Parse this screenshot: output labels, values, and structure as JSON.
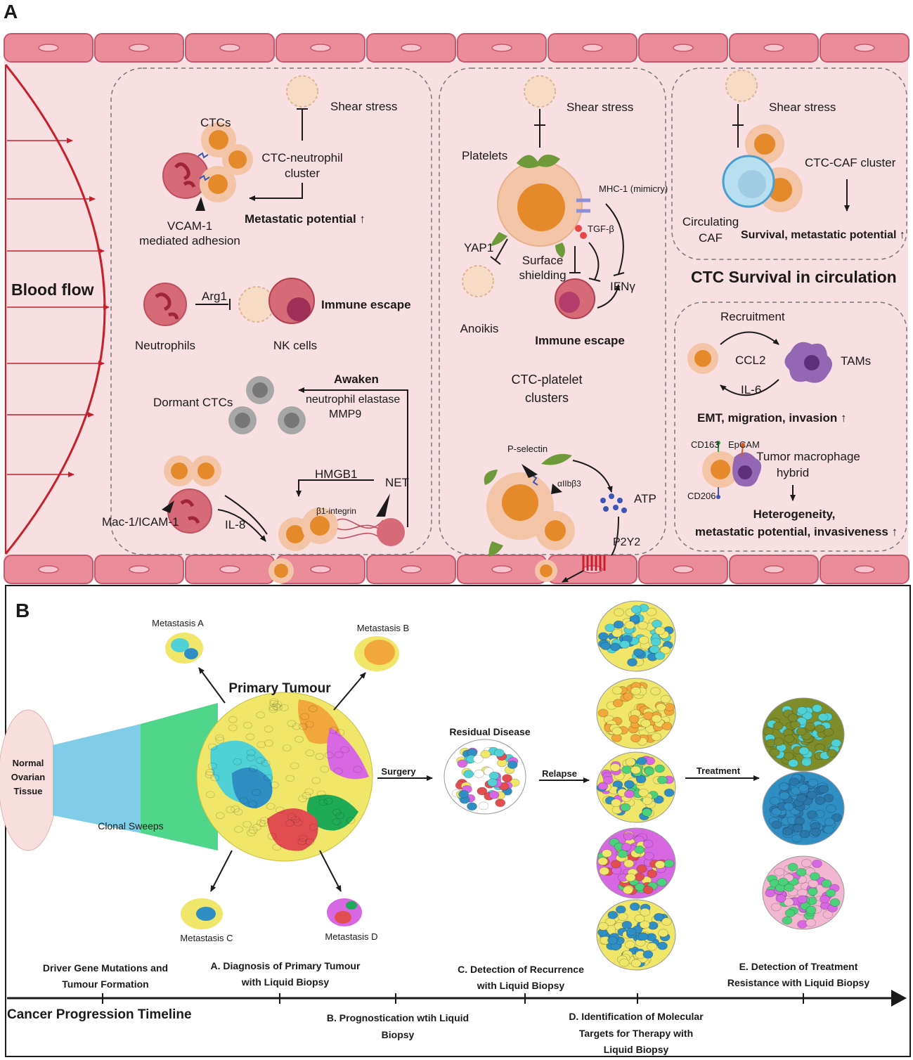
{
  "panel_a": {
    "letter": "A",
    "blood_flow": "Blood flow",
    "box1": {
      "shear_stress": "Shear stress",
      "ctcs": "CTCs",
      "ctc_neutrophil_1": "CTC-neutrophil",
      "ctc_neutrophil_2": "cluster",
      "vcam_1": "VCAM-1",
      "vcam_2": "mediated adhesion",
      "metastatic_potential": "Metastatic potential ↑",
      "neutrophils": "Neutrophils",
      "arg1": "Arg1",
      "nk_cells": "NK cells",
      "immune_escape": "Immune escape",
      "awaken": "Awaken",
      "elastase": "neutrophil elastase",
      "mmp9": "MMP9",
      "dormant_ctcs": "Dormant CTCs",
      "hmgb1": "HMGB1",
      "net": "NET",
      "b1_integrin": "β1-integrin",
      "mac1": "Mac-1/ICAM-1",
      "il8": "IL-8"
    },
    "box2": {
      "shear_stress": "Shear stress",
      "platelets": "Platelets",
      "mhc1": "MHC-1 (mimicry)",
      "tgfb": "TGF-β",
      "yap1": "YAP1",
      "surface_1": "Surface",
      "surface_2": "shielding",
      "ifny": "IFNγ",
      "anoikis": "Anoikis",
      "immune_escape": "Immune escape",
      "cluster_1": "CTC-platelet",
      "cluster_2": "clusters",
      "p_selectin": "P-selectin",
      "aiib3": "αIIbβ3",
      "atp": "ATP",
      "p2y2": "P2Y2"
    },
    "box3": {
      "shear_stress": "Shear stress",
      "ctc_caf": "CTC-CAF cluster",
      "circulating": "Circulating",
      "caf": "CAF",
      "survival": "Survival, metastatic potential ↑"
    },
    "ctc_survival": "CTC Survival in circulation",
    "box4": {
      "recruitment": "Recruitment",
      "ccl2": "CCL2",
      "tams": "TAMs",
      "il6": "IL-6",
      "emt": "EMT, migration, invasion ↑",
      "cd163": "CD163",
      "epcam": "EpCAM",
      "cd206": "CD206",
      "hybrid_1": "Tumor macrophage",
      "hybrid_2": "hybrid",
      "heterogeneity_1": "Heterogeneity,",
      "heterogeneity_2": "metastatic potential, invasiveness ↑"
    }
  },
  "panel_b": {
    "letter": "B",
    "normal_1": "Normal",
    "normal_2": "Ovarian",
    "normal_3": "Tissue",
    "clonal_sweeps": "Clonal Sweeps",
    "primary_tumour": "Primary Tumour",
    "metastasis_a": "Metastasis A",
    "metastasis_b": "Metastasis B",
    "metastasis_c": "Metastasis C",
    "metastasis_d": "Metastasis D",
    "surgery": "Surgery",
    "residual_disease": "Residual Disease",
    "relapse": "Relapse",
    "treatment": "Treatment",
    "timeline_title": "Cancer Progression Timeline",
    "stage_driver_1": "Driver Gene Mutations and",
    "stage_driver_2": "Tumour Formation",
    "stage_a_1": "A. Diagnosis of Primary Tumour",
    "stage_a_2": "with Liquid Biopsy",
    "stage_b_1": "B. Prognostication wtih Liquid",
    "stage_b_2": "Biopsy",
    "stage_c_1": "C. Detection of Recurrence",
    "stage_c_2": "with Liquid Biopsy",
    "stage_d_1": "D. Identification of Molecular",
    "stage_d_2": "Targets for Therapy with",
    "stage_d_3": "Liquid Biopsy",
    "stage_e_1": "E. Detection of Treatment",
    "stage_e_2": "Resistance with Liquid Biopsy"
  },
  "colors": {
    "vessel_bg": "#f7dfe2",
    "endothelial": "#eb8c9a",
    "ctc": "#e58a2a",
    "platelet": "#6f9a3a",
    "neutrophil": "#d6606e",
    "tam": "#9467b5",
    "yellow_clone": "#efe66a",
    "blue_clone": "#2f8fc4",
    "cyan_clone": "#4fd1d6",
    "green_clone": "#4bd17a",
    "red_clone": "#e24e50",
    "magenta_clone": "#d867e4",
    "orange_clone": "#f1a73a",
    "olive_clone": "#7e8d2a",
    "pink_clone": "#f3b6d0"
  }
}
